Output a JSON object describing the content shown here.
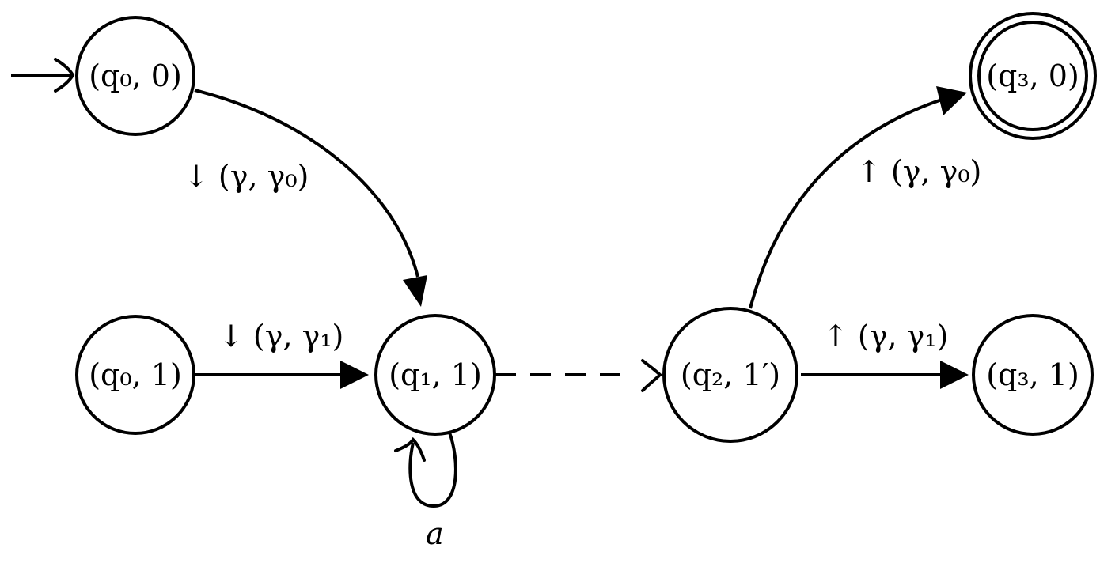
{
  "states": {
    "q0_0": {
      "label": "(q₀, 0)",
      "initial": true,
      "accepting": false
    },
    "q0_1": {
      "label": "(q₀, 1)",
      "initial": false,
      "accepting": false
    },
    "q1_1": {
      "label": "(q₁, 1)",
      "initial": false,
      "accepting": false
    },
    "q2_1p": {
      "label": "(q₂, 1′)",
      "initial": false,
      "accepting": false
    },
    "q3_0": {
      "label": "(q₃, 0)",
      "initial": false,
      "accepting": true
    },
    "q3_1": {
      "label": "(q₃, 1)",
      "initial": false,
      "accepting": false
    }
  },
  "edges": {
    "q0_0_to_q1_1": {
      "label": "↓ (γ, γ₀)"
    },
    "q0_1_to_q1_1": {
      "label": "↓ (γ, γ₁)"
    },
    "q1_1_loop": {
      "label": "a"
    },
    "q1_1_to_q2_1p": {
      "label": ""
    },
    "q2_1p_to_q3_0": {
      "label": "↑ (γ, γ₀)"
    },
    "q2_1p_to_q3_1": {
      "label": "↑ (γ, γ₁)"
    }
  },
  "colors": {
    "stroke": "#000000",
    "background": "#ffffff"
  }
}
